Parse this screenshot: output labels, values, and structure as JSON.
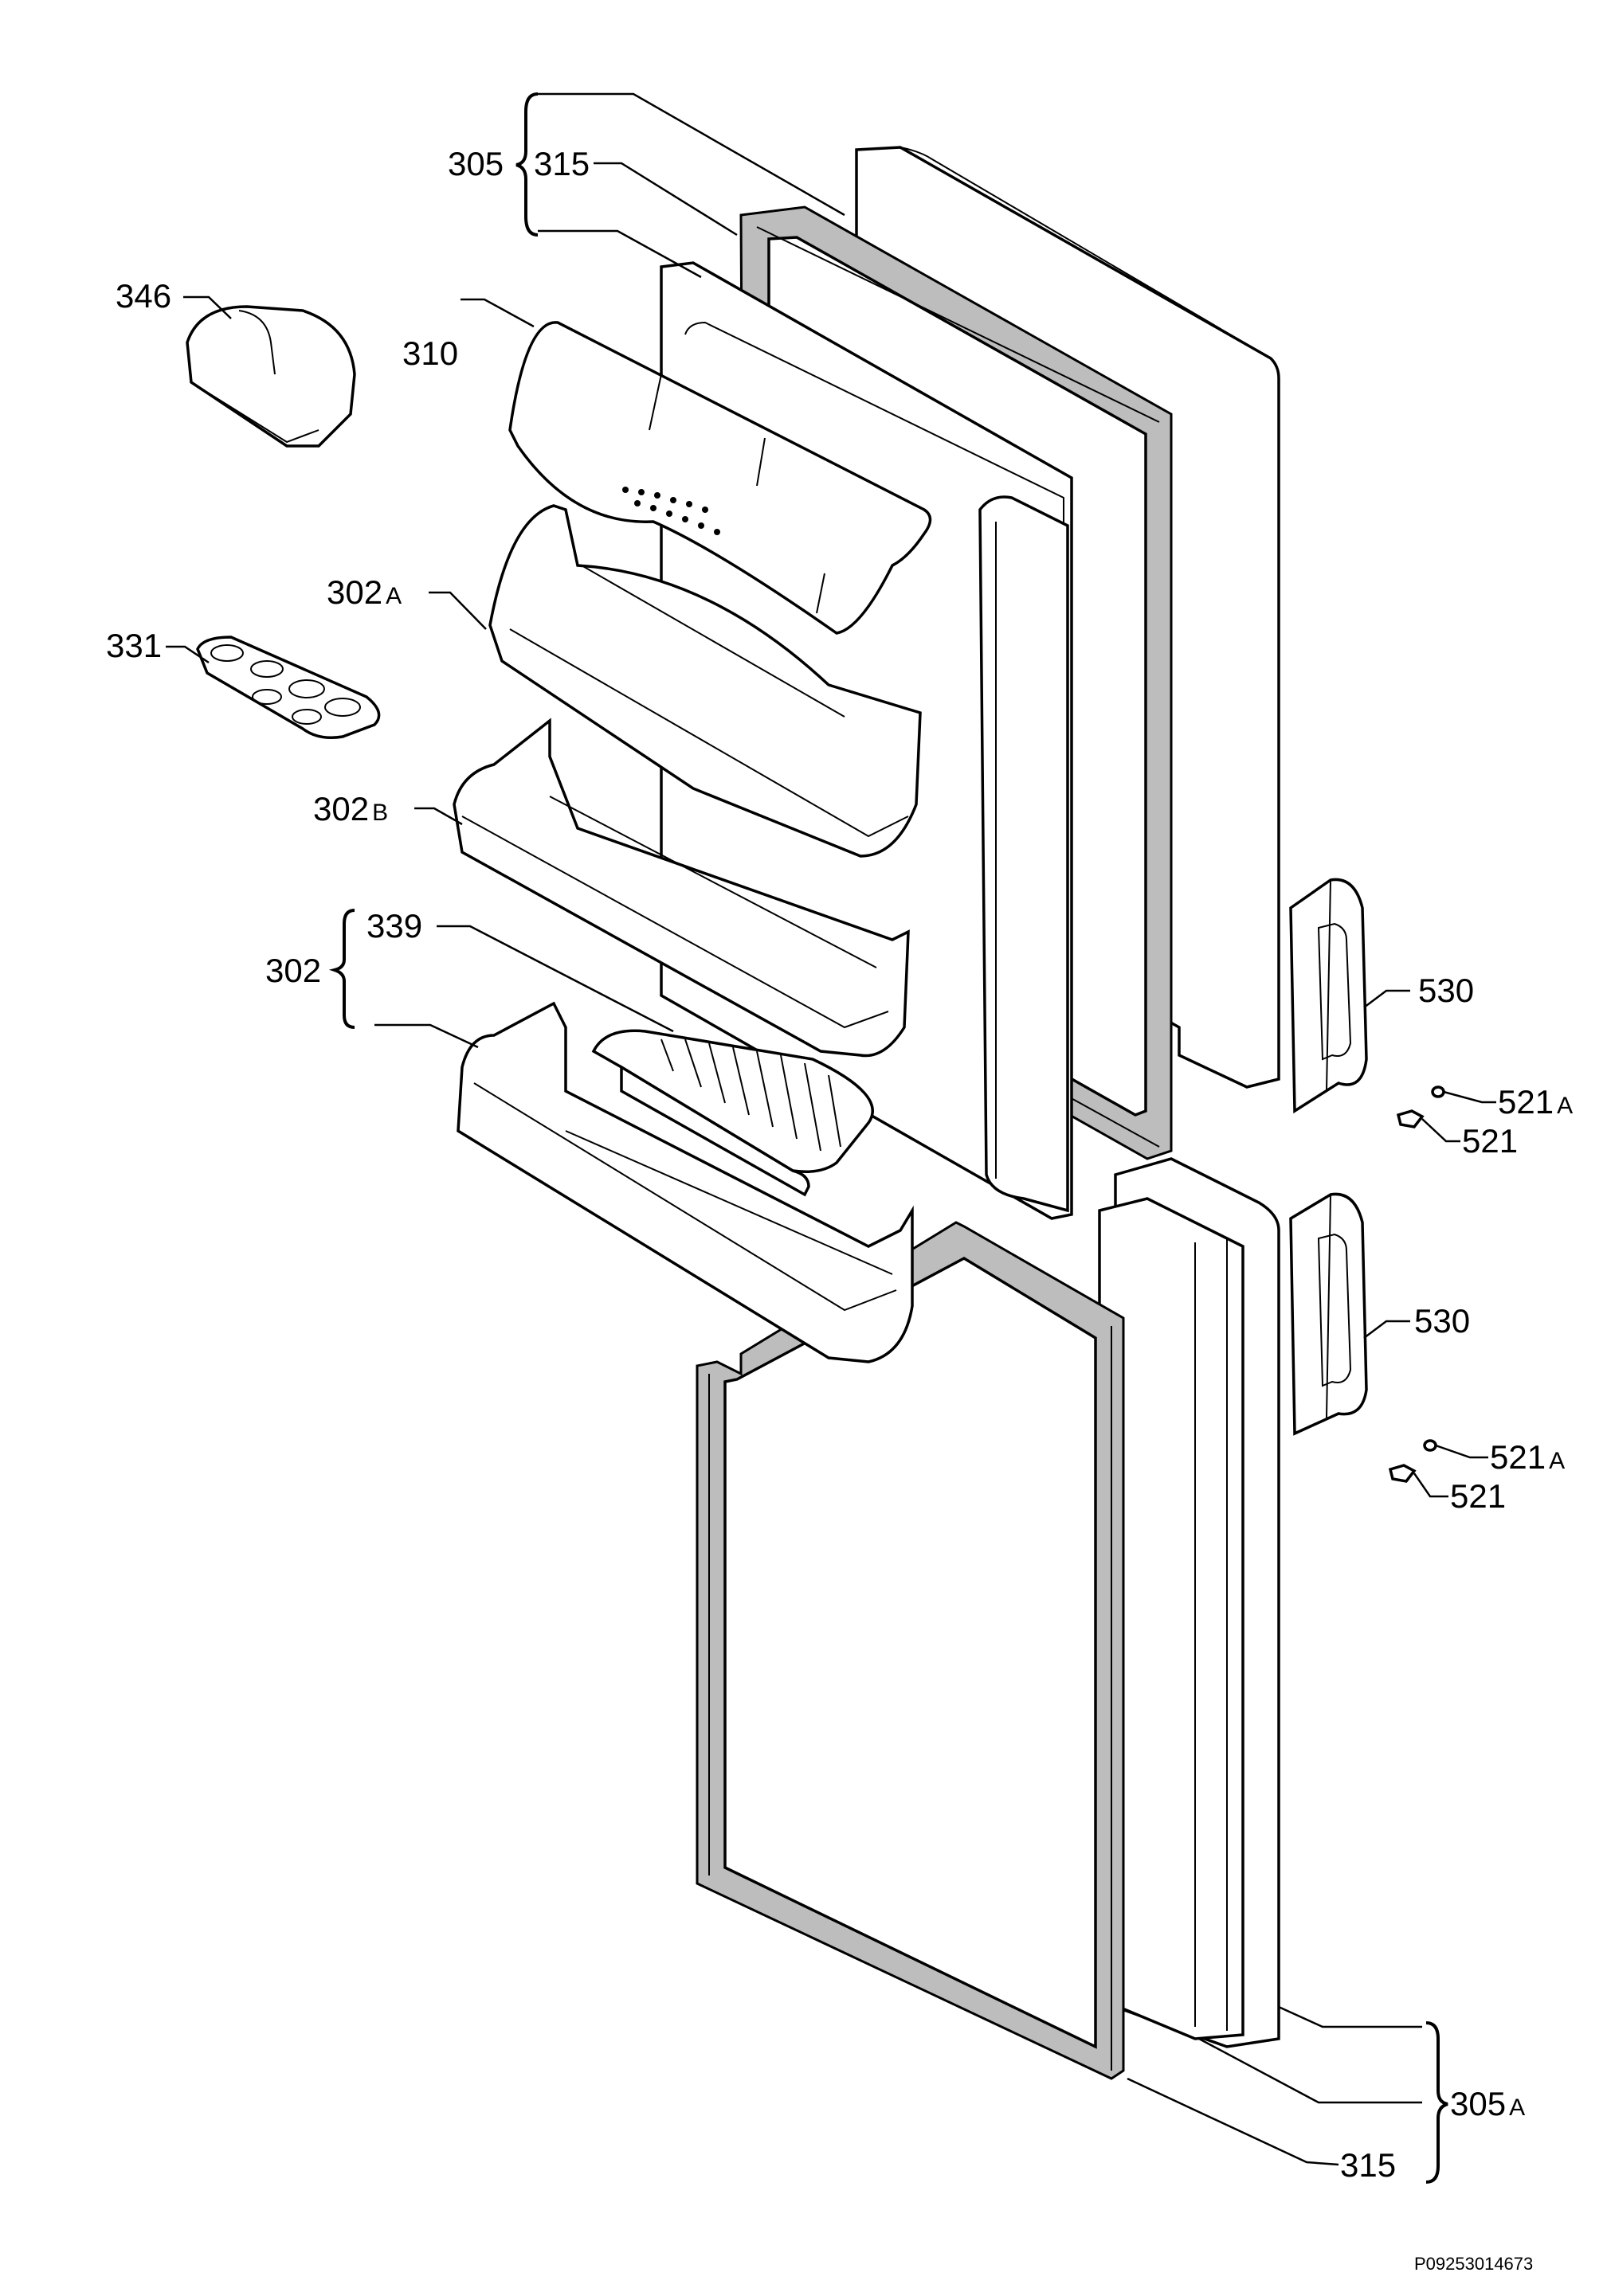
{
  "diagram": {
    "drawing_code": "P09253014673",
    "callouts": {
      "c305_top": "305",
      "c315_top": "315",
      "c346": "346",
      "c310": "310",
      "c302a": "302",
      "c302a_suffix": "A",
      "c331": "331",
      "c302b": "302",
      "c302b_suffix": "B",
      "c302": "302",
      "c339": "339",
      "c530_top": "530",
      "c521a_top": "521",
      "c521a_top_suffix": "A",
      "c521_top": "521",
      "c530_bottom": "530",
      "c521a_bottom": "521",
      "c521a_bottom_suffix": "A",
      "c521_bottom": "521",
      "c305a": "305",
      "c305a_suffix": "A",
      "c315_bottom": "315"
    }
  }
}
